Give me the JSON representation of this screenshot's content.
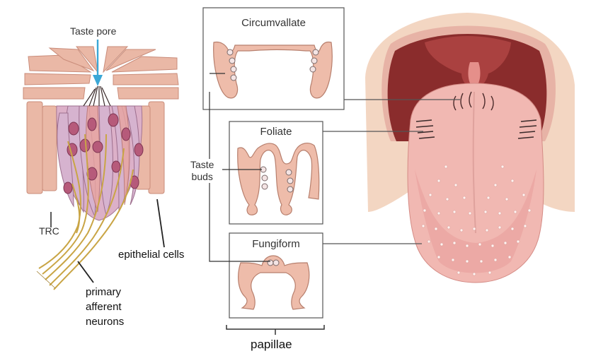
{
  "labels": {
    "taste_pore": "Taste pore",
    "trc": "TRC",
    "epithelial_cells": "epithelial cells",
    "primary_afferent_neurons": [
      "primary",
      "afferent",
      "neurons"
    ],
    "taste_buds": [
      "Taste",
      "buds"
    ],
    "circumvallate": "Circumvallate",
    "foliate": "Foliate",
    "fungiform": "Fungiform",
    "papillae": "papillae"
  },
  "colors": {
    "arrow": "#3aa7d6",
    "box_border": "#555555",
    "epithelium": "#eab8a6",
    "epithelium_dark": "#c98c7a",
    "taste_cell_purple": "#d6b3cf",
    "nucleus": "#b65a7a",
    "nerve": "#c9a545",
    "papilla_fill": "#eebcaa",
    "papilla_stroke": "#b77f6d",
    "tongue": "#f1b8b2",
    "mouth_dark": "#8a2c2c",
    "face_skin": "#f3d6c2"
  }
}
